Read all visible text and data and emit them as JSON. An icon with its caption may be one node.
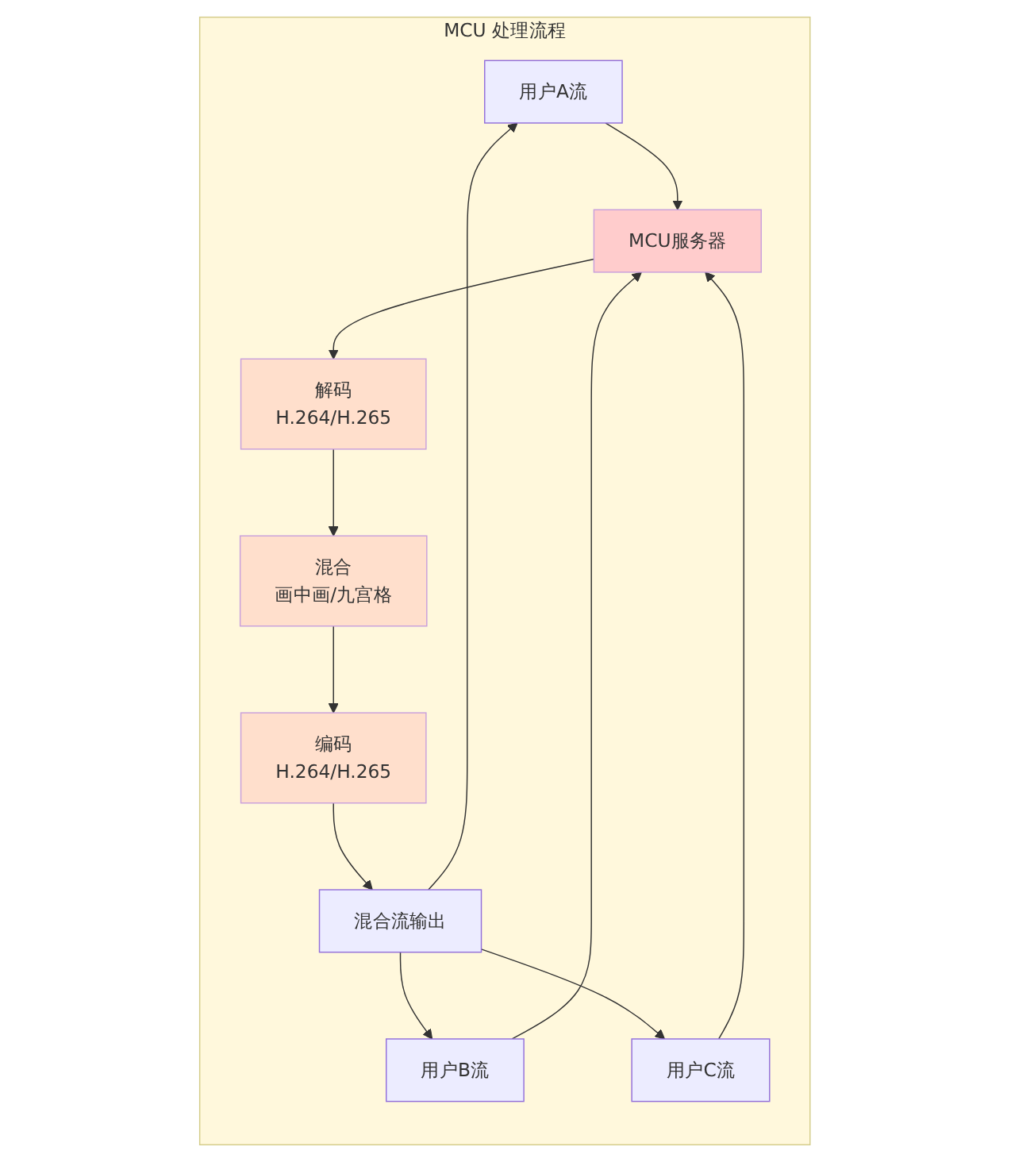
{
  "diagram": {
    "nodes": [
      {
        "text": [
          "MCU 处理流程"
        ]
      },
      {
        "text": [
          "用户A流"
        ],
        "in": 0
      },
      {
        "text": [
          "MCU服务器"
        ],
        "in": 0
      },
      {
        "text": [
          "解码",
          "H.264/H.265"
        ],
        "in": 0
      },
      {
        "text": [
          "混合",
          "画中画/九宫格"
        ],
        "in": 0
      },
      {
        "text": [
          "编码",
          "H.264/H.265"
        ],
        "in": 0
      },
      {
        "text": [
          "混合流输出"
        ],
        "in": 0
      },
      {
        "text": [
          "用户B流"
        ],
        "in": 0
      },
      {
        "text": [
          "用户C流"
        ],
        "in": 0
      }
    ],
    "edges": [
      {
        "from": 1,
        "to": 2,
        "arrow": "to"
      },
      {
        "from": 2,
        "to": 3,
        "arrow": "to"
      },
      {
        "from": 3,
        "to": 4,
        "arrow": "to"
      },
      {
        "from": 4,
        "to": 5,
        "arrow": "to"
      },
      {
        "from": 5,
        "to": 6,
        "arrow": "to"
      },
      {
        "from": 6,
        "to": 7,
        "arrow": "to"
      },
      {
        "from": 6,
        "to": 8,
        "arrow": "to"
      },
      {
        "from": 6,
        "to": 1,
        "arrow": "to"
      },
      {
        "from": 7,
        "to": 2,
        "arrow": "to"
      },
      {
        "from": 8,
        "to": 2,
        "arrow": "to"
      }
    ]
  }
}
